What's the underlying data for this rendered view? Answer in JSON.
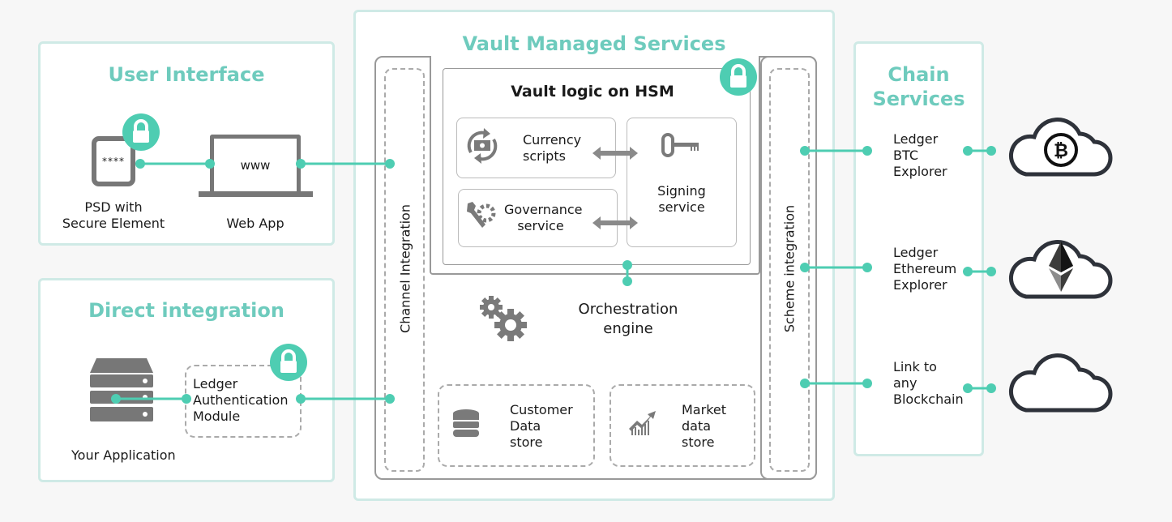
{
  "colors": {
    "accent": "#4ecdb2",
    "panel_title": "#6ecbbd",
    "icon_gray": "#7a7a7a",
    "cloud_stroke": "#2e323a"
  },
  "user_interface": {
    "title": "User Interface",
    "device_label_line1": "PSD with",
    "device_label_line2": "Secure Element",
    "device_screen_text": "****",
    "webapp_screen_text": "www",
    "webapp_label": "Web App"
  },
  "direct_integration": {
    "title": "Direct integration",
    "app_label": "Your Application",
    "module_line1": "Ledger",
    "module_line2": "Authentication",
    "module_line3": "Module"
  },
  "vault": {
    "title": "Vault Managed Services",
    "channel_label": "Channel Integration",
    "scheme_label": "Scheme integration",
    "hsm_title": "Vault logic on HSM",
    "currency_line1": "Currency",
    "currency_line2": "scripts",
    "governance_line1": "Governance",
    "governance_line2": "service",
    "signing_line1": "Signing",
    "signing_line2": "service",
    "orchestration_line1": "Orchestration",
    "orchestration_line2": "engine",
    "customer_line1": "Customer",
    "customer_line2": "Data",
    "customer_line3": "store",
    "market_line1": "Market",
    "market_line2": "data",
    "market_line3": "store"
  },
  "chain": {
    "title_line1": "Chain",
    "title_line2": "Services",
    "items": [
      {
        "line1": "Ledger",
        "line2": "BTC",
        "line3": "Explorer",
        "icon": "bitcoin-cloud-icon"
      },
      {
        "line1": "Ledger",
        "line2": "Ethereum",
        "line3": "Explorer",
        "icon": "ethereum-cloud-icon"
      },
      {
        "line1": "Link to",
        "line2": "any",
        "line3": "Blockchain",
        "icon": "blockchain-cloud-icon"
      }
    ]
  }
}
